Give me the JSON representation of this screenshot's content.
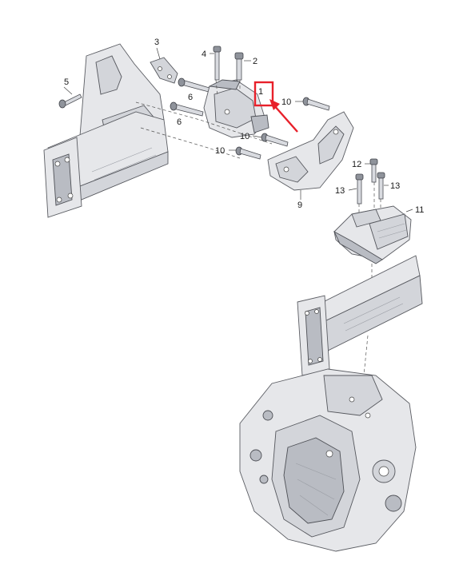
{
  "callouts": {
    "c1": "1",
    "c2": "2",
    "c3": "3",
    "c4": "4",
    "c5": "5",
    "c6a": "6",
    "c6b": "6",
    "c9": "9",
    "c10a": "10",
    "c10b": "10",
    "c10c": "10",
    "c11": "11",
    "c12": "12",
    "c13a": "13",
    "c13b": "13"
  },
  "highlight": {
    "color": "#e8202a",
    "target": "1"
  }
}
